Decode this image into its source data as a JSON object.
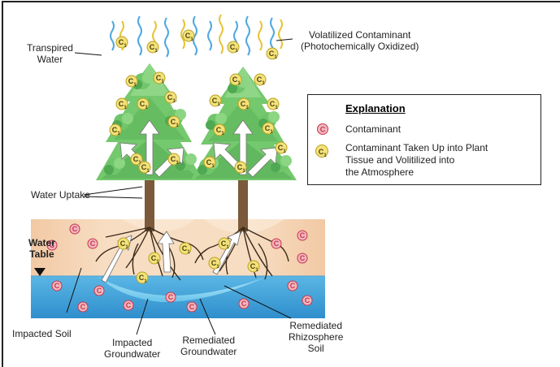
{
  "labels": {
    "transpired_water": [
      "Transpired",
      "Water"
    ],
    "volatilized": [
      "Volatilized Contaminant",
      "(Photochemically Oxidized)"
    ],
    "water_uptake": "Water Uptake",
    "water_table": [
      "Water",
      "Table"
    ],
    "impacted_soil": "Impacted Soil",
    "impacted_groundwater": [
      "Impacted",
      "Groundwater"
    ],
    "remediated_groundwater": [
      "Remediated",
      "Groundwater"
    ],
    "remediated_rhizosphere": [
      "Remediated",
      "Rhizosphere",
      "Soil"
    ]
  },
  "legend": {
    "title": "Explanation",
    "contaminant": "Contaminant",
    "uptake": [
      "Contaminant Taken Up into Plant",
      "Tissue and Volitilized into",
      "the Atmosphere"
    ]
  },
  "symbols": {
    "contaminant_glyph": "C",
    "uptake_glyph": "C",
    "uptake_subscript": "1"
  },
  "colors": {
    "foliage": "#6fc46a",
    "foliage_dark": "#3f9a45",
    "soil": "#f2cfae",
    "soil_light": "#f8e6d2",
    "groundwater": "#3aa3db",
    "groundwater_light": "#8fd2ef",
    "contaminant": "#c9354b",
    "uptake_yellow": "#e9d23a",
    "wavy_blue": "#4fa8e0",
    "wavy_yellow": "#e6c43a"
  }
}
